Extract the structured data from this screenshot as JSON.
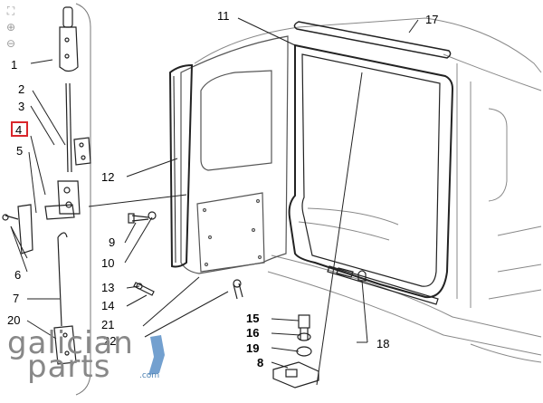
{
  "viewer": {
    "tools": [
      {
        "name": "fit-icon",
        "glyph": "⛶"
      },
      {
        "name": "zoom-in-icon",
        "glyph": "⊕"
      },
      {
        "name": "zoom-out-icon",
        "glyph": "⊖"
      }
    ]
  },
  "callouts": {
    "p1": "1",
    "p2": "2",
    "p3": "3",
    "p4": "4",
    "p5": "5",
    "p6": "6",
    "p7": "7",
    "p8": "8",
    "p9": "9",
    "p10": "10",
    "p11": "11",
    "p12": "12",
    "p13": "13",
    "p14": "14",
    "p15": "15",
    "p16": "16",
    "p17": "17",
    "p18": "18",
    "p19": "19",
    "p20": "20",
    "p21": "21",
    "p22": "22"
  },
  "selected_part": "4",
  "watermark": {
    "line1": "galician",
    "line2": "parts",
    "suffix": ".com"
  },
  "colors": {
    "highlight": "#d9262b",
    "watermark_blue": "#5b8fc7"
  }
}
